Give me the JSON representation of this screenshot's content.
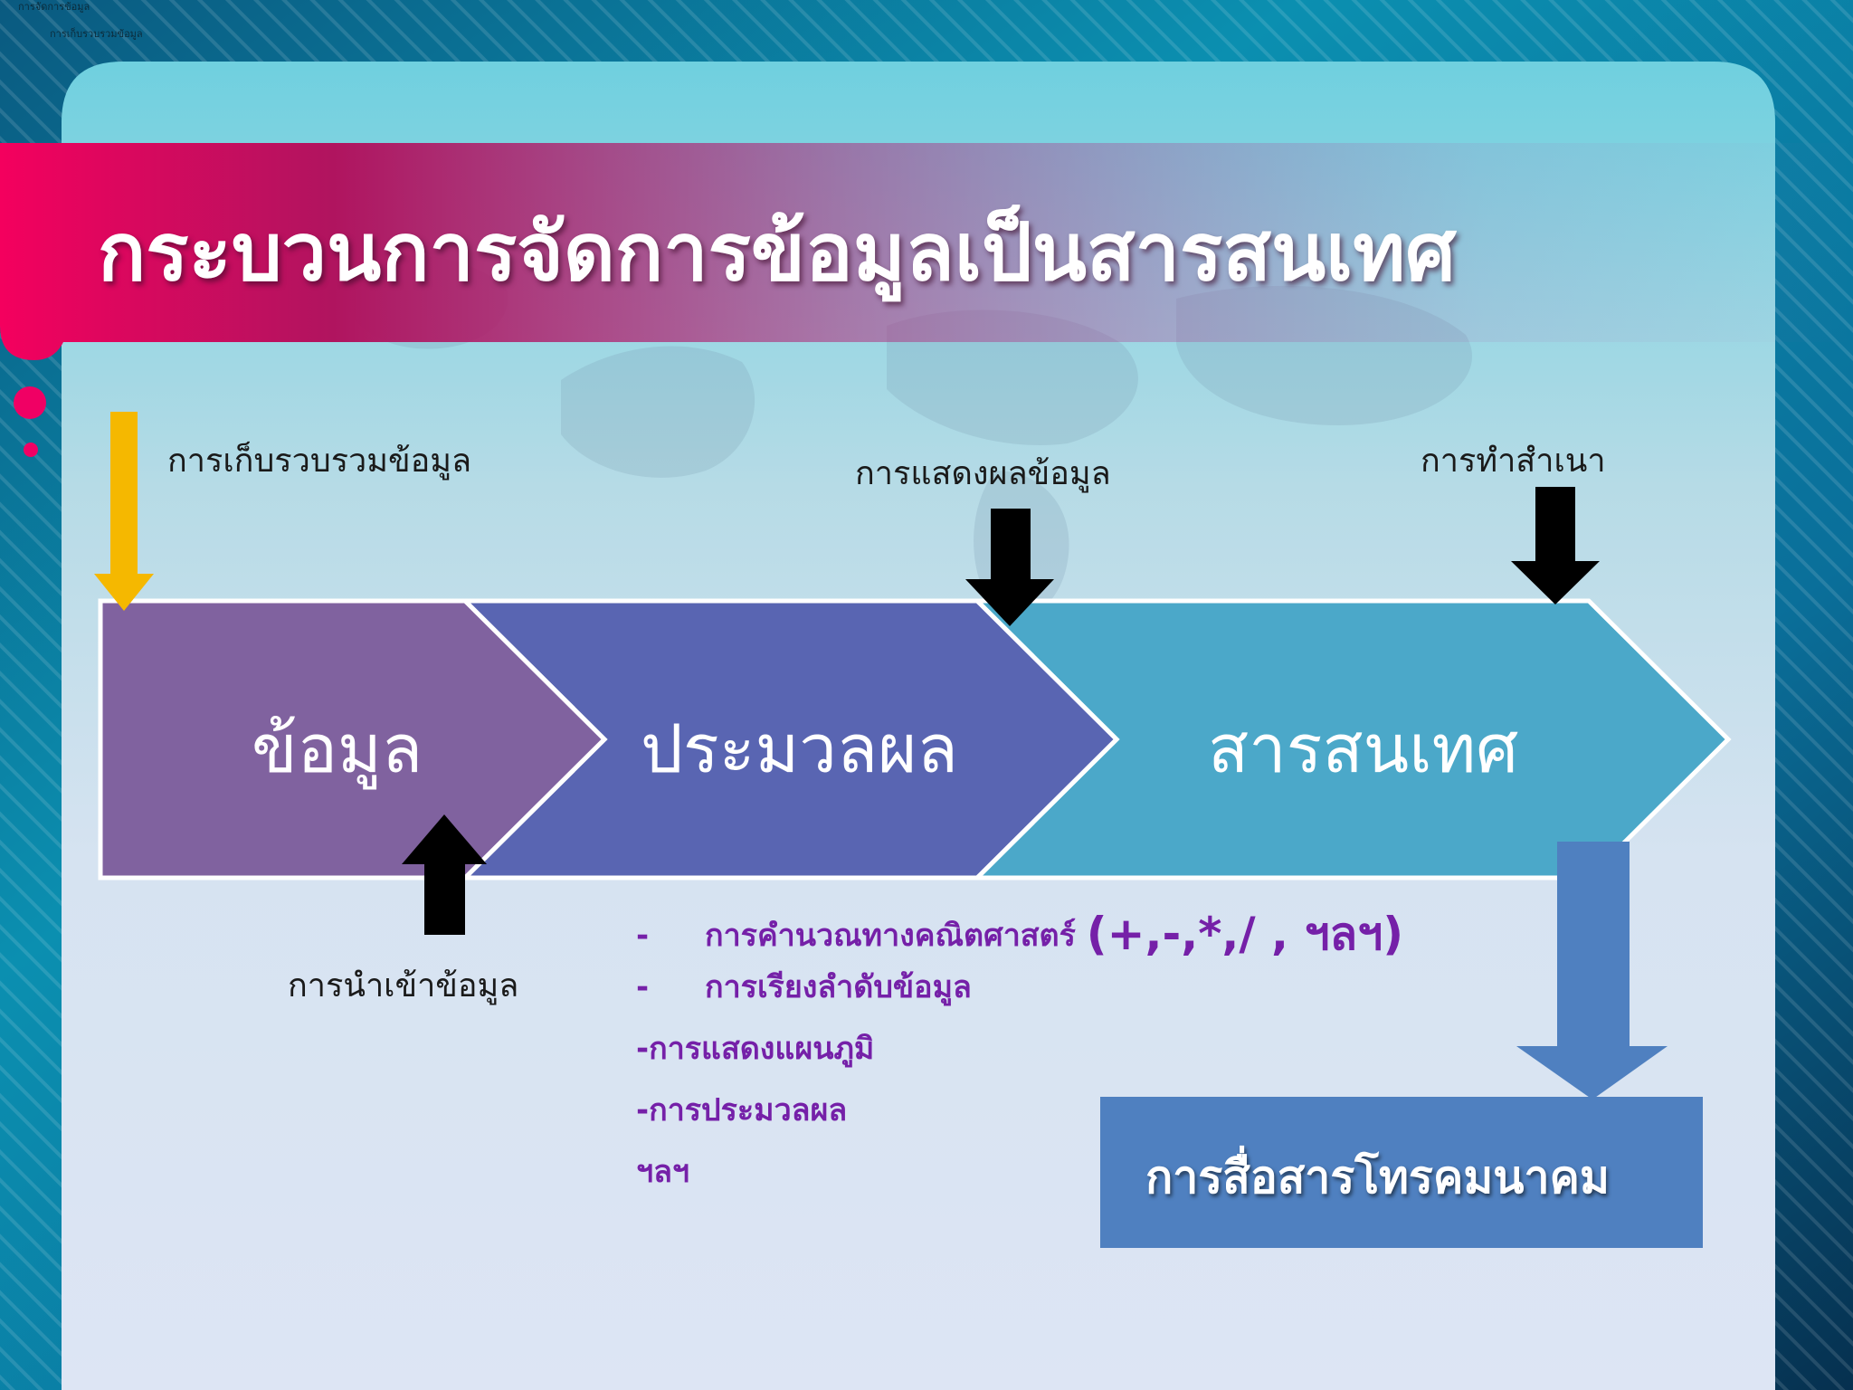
{
  "header": {
    "tiny_line_1": "การจัดการข้อมูล",
    "tiny_line_2": "การเก็บรวบรวมข้อมูล"
  },
  "title": "กระบวนการจัดการข้อมูลเป็นสารสนเทศ",
  "stages": [
    "ข้อมูล",
    "ประมวลผล",
    "สารสนเทศ"
  ],
  "captions": {
    "collect": "การเก็บรวบรวมข้อมูล",
    "display": "การแสดงผลข้อมูล",
    "copy": "การทำสำเนา",
    "input": "การนำเข้าข้อมูล"
  },
  "processing": {
    "item1_dash": "-",
    "item1_text": "การคำนวณทางคณิตศาสตร์",
    "item1_ops": "(+,-,*,/ , ฯลฯ)",
    "item2_dash": "-",
    "item2_text": "การเรียงลำดับข้อมูล",
    "item3": "-การแสดงแผนภูมิ",
    "item4": "-การประมวลผล",
    "item5": "ฯลฯ"
  },
  "communication": "การสื่อสารโทรคมนาคม",
  "colors": {
    "stage_data": "#80629f",
    "stage_process": "#5965b2",
    "stage_info": "#4ba8c9",
    "title_band": "#e8116a",
    "comm_box": "#4f80c0",
    "yellow_arrow": "#f5b800",
    "bullet_text": "#7520a8"
  }
}
